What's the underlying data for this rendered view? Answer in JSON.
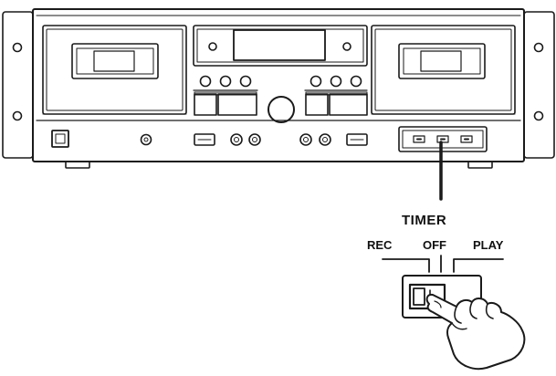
{
  "timer": {
    "title": "TIMER",
    "positions": [
      "REC",
      "OFF",
      "PLAY"
    ]
  },
  "icons": {
    "device": "cassette-deck-icon",
    "hand": "pointing-hand-icon",
    "switch": "slide-switch-icon"
  },
  "colors": {
    "line": "#1a1a1a",
    "panel_fill": "#ffffff"
  }
}
